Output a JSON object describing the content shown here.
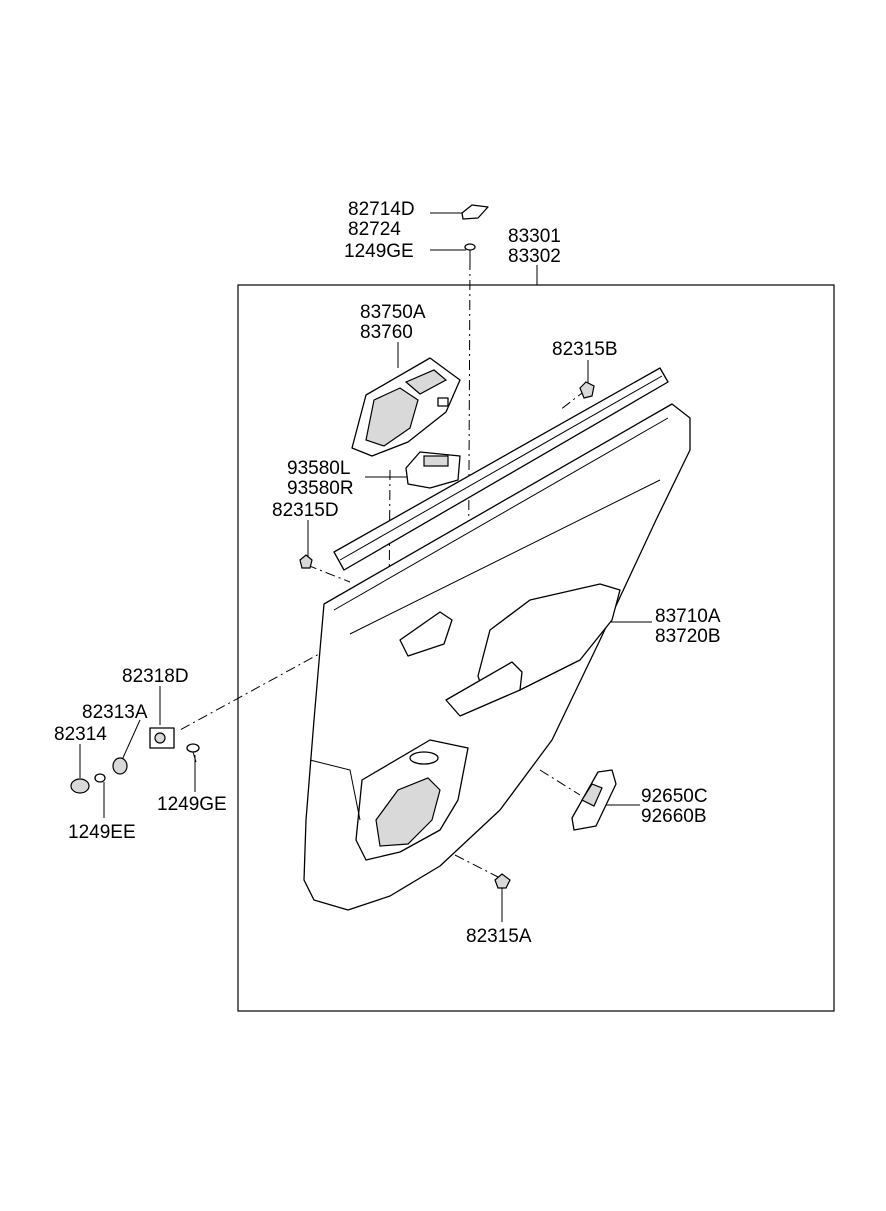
{
  "labels": {
    "p82714D": "82714D",
    "p82724": "82724",
    "p1249GE_top": "1249GE",
    "p83301": "83301",
    "p83302": "83302",
    "p83750A": "83750A",
    "p83760": "83760",
    "p82315B": "82315B",
    "p93580L": "93580L",
    "p93580R": "93580R",
    "p82315D": "82315D",
    "p83710A": "83710A",
    "p83720B": "83720B",
    "p82318D": "82318D",
    "p82313A": "82313A",
    "p82314": "82314",
    "p1249GE_side": "1249GE",
    "p1249EE": "1249EE",
    "p92650C": "92650C",
    "p92660B": "92660B",
    "p82315A": "82315A"
  }
}
